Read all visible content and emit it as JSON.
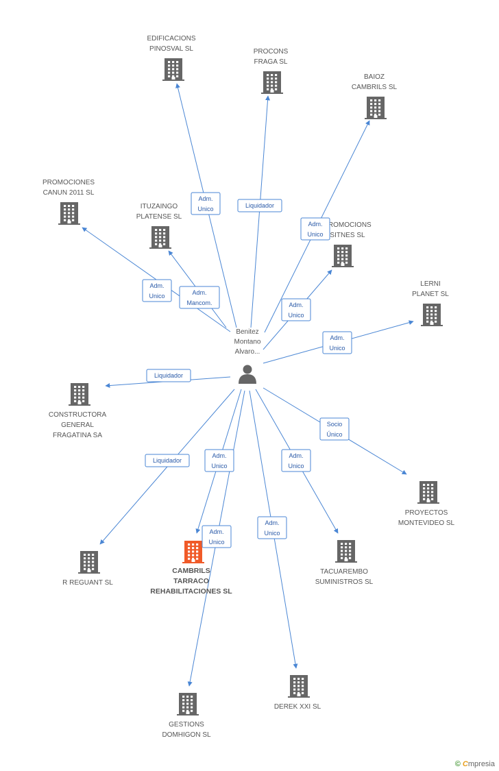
{
  "person": {
    "lines": [
      "Benitez",
      "Montano",
      "Alvaro..."
    ],
    "icon": "person-icon"
  },
  "companies": [
    {
      "id": "edificacions",
      "lines": [
        "EDIFICACIONS",
        "PINOSVAL SL"
      ],
      "icon": "building-icon"
    },
    {
      "id": "procons",
      "lines": [
        "PROCONS",
        "FRAGA SL"
      ],
      "icon": "building-icon"
    },
    {
      "id": "baioz",
      "lines": [
        "BAIOZ",
        "CAMBRILS SL"
      ],
      "icon": "building-icon"
    },
    {
      "id": "canun",
      "lines": [
        "PROMOCIONES",
        "CANUN 2011  SL"
      ],
      "icon": "building-icon"
    },
    {
      "id": "ituzaingo",
      "lines": [
        "ITUZAINGO",
        "PLATENSE  SL"
      ],
      "icon": "building-icon"
    },
    {
      "id": "sitnes",
      "lines": [
        "PROMOCIONS",
        "SITNES SL"
      ],
      "icon": "building-icon"
    },
    {
      "id": "lerni",
      "lines": [
        "LERNI",
        "PLANET SL"
      ],
      "icon": "building-icon"
    },
    {
      "id": "constructora",
      "lines": [
        "CONSTRUCTORA",
        "GENERAL",
        "FRAGATINA SA"
      ],
      "icon": "building-icon"
    },
    {
      "id": "montevideo",
      "lines": [
        "PROYECTOS",
        "MONTEVIDEO SL"
      ],
      "icon": "building-icon"
    },
    {
      "id": "reguant",
      "lines": [
        "R REGUANT SL"
      ],
      "icon": "building-icon"
    },
    {
      "id": "cambrils",
      "lines": [
        "CAMBRILS",
        "TARRACO",
        "REHABILITACIONES SL"
      ],
      "icon": "building-icon",
      "focus": true
    },
    {
      "id": "tacuarembo",
      "lines": [
        "TACUAREMBO",
        "SUMINISTROS SL"
      ],
      "icon": "building-icon"
    },
    {
      "id": "derek",
      "lines": [
        "DEREK XXI  SL"
      ],
      "icon": "building-icon"
    },
    {
      "id": "gestions",
      "lines": [
        "GESTIONS",
        "DOMHIGON SL"
      ],
      "icon": "building-icon"
    }
  ],
  "edges": [
    {
      "to": "edificacions",
      "role": [
        "Adm.",
        "Unico"
      ]
    },
    {
      "to": "procons",
      "role": [
        "Liquidador"
      ]
    },
    {
      "to": "baioz",
      "role": [
        "Adm.",
        "Unico"
      ]
    },
    {
      "to": "canun",
      "role": [
        "Adm.",
        "Unico"
      ]
    },
    {
      "to": "ituzaingo",
      "role": [
        "Adm.",
        "Mancom."
      ]
    },
    {
      "to": "sitnes",
      "role": [
        "Adm.",
        "Unico"
      ]
    },
    {
      "to": "lerni",
      "role": [
        "Adm.",
        "Unico"
      ]
    },
    {
      "to": "constructora",
      "role": [
        "Liquidador"
      ]
    },
    {
      "to": "montevideo",
      "role": [
        "Socio",
        "Único"
      ]
    },
    {
      "to": "reguant",
      "role": [
        "Liquidador"
      ]
    },
    {
      "to": "cambrils",
      "role": [
        "Adm.",
        "Unico"
      ]
    },
    {
      "to": "tacuarembo",
      "role": [
        "Adm.",
        "Unico"
      ]
    },
    {
      "to": "derek",
      "role": [
        "Adm.",
        "Unico"
      ]
    },
    {
      "to": "gestions",
      "role": [
        "Adm.",
        "Unico"
      ]
    }
  ],
  "colors": {
    "edge": "#4a86d4",
    "icon": "#666666",
    "focus_icon": "#f05a28"
  },
  "footer": {
    "copyright": "©",
    "brand_first": "C",
    "brand_rest": "mpresia"
  }
}
